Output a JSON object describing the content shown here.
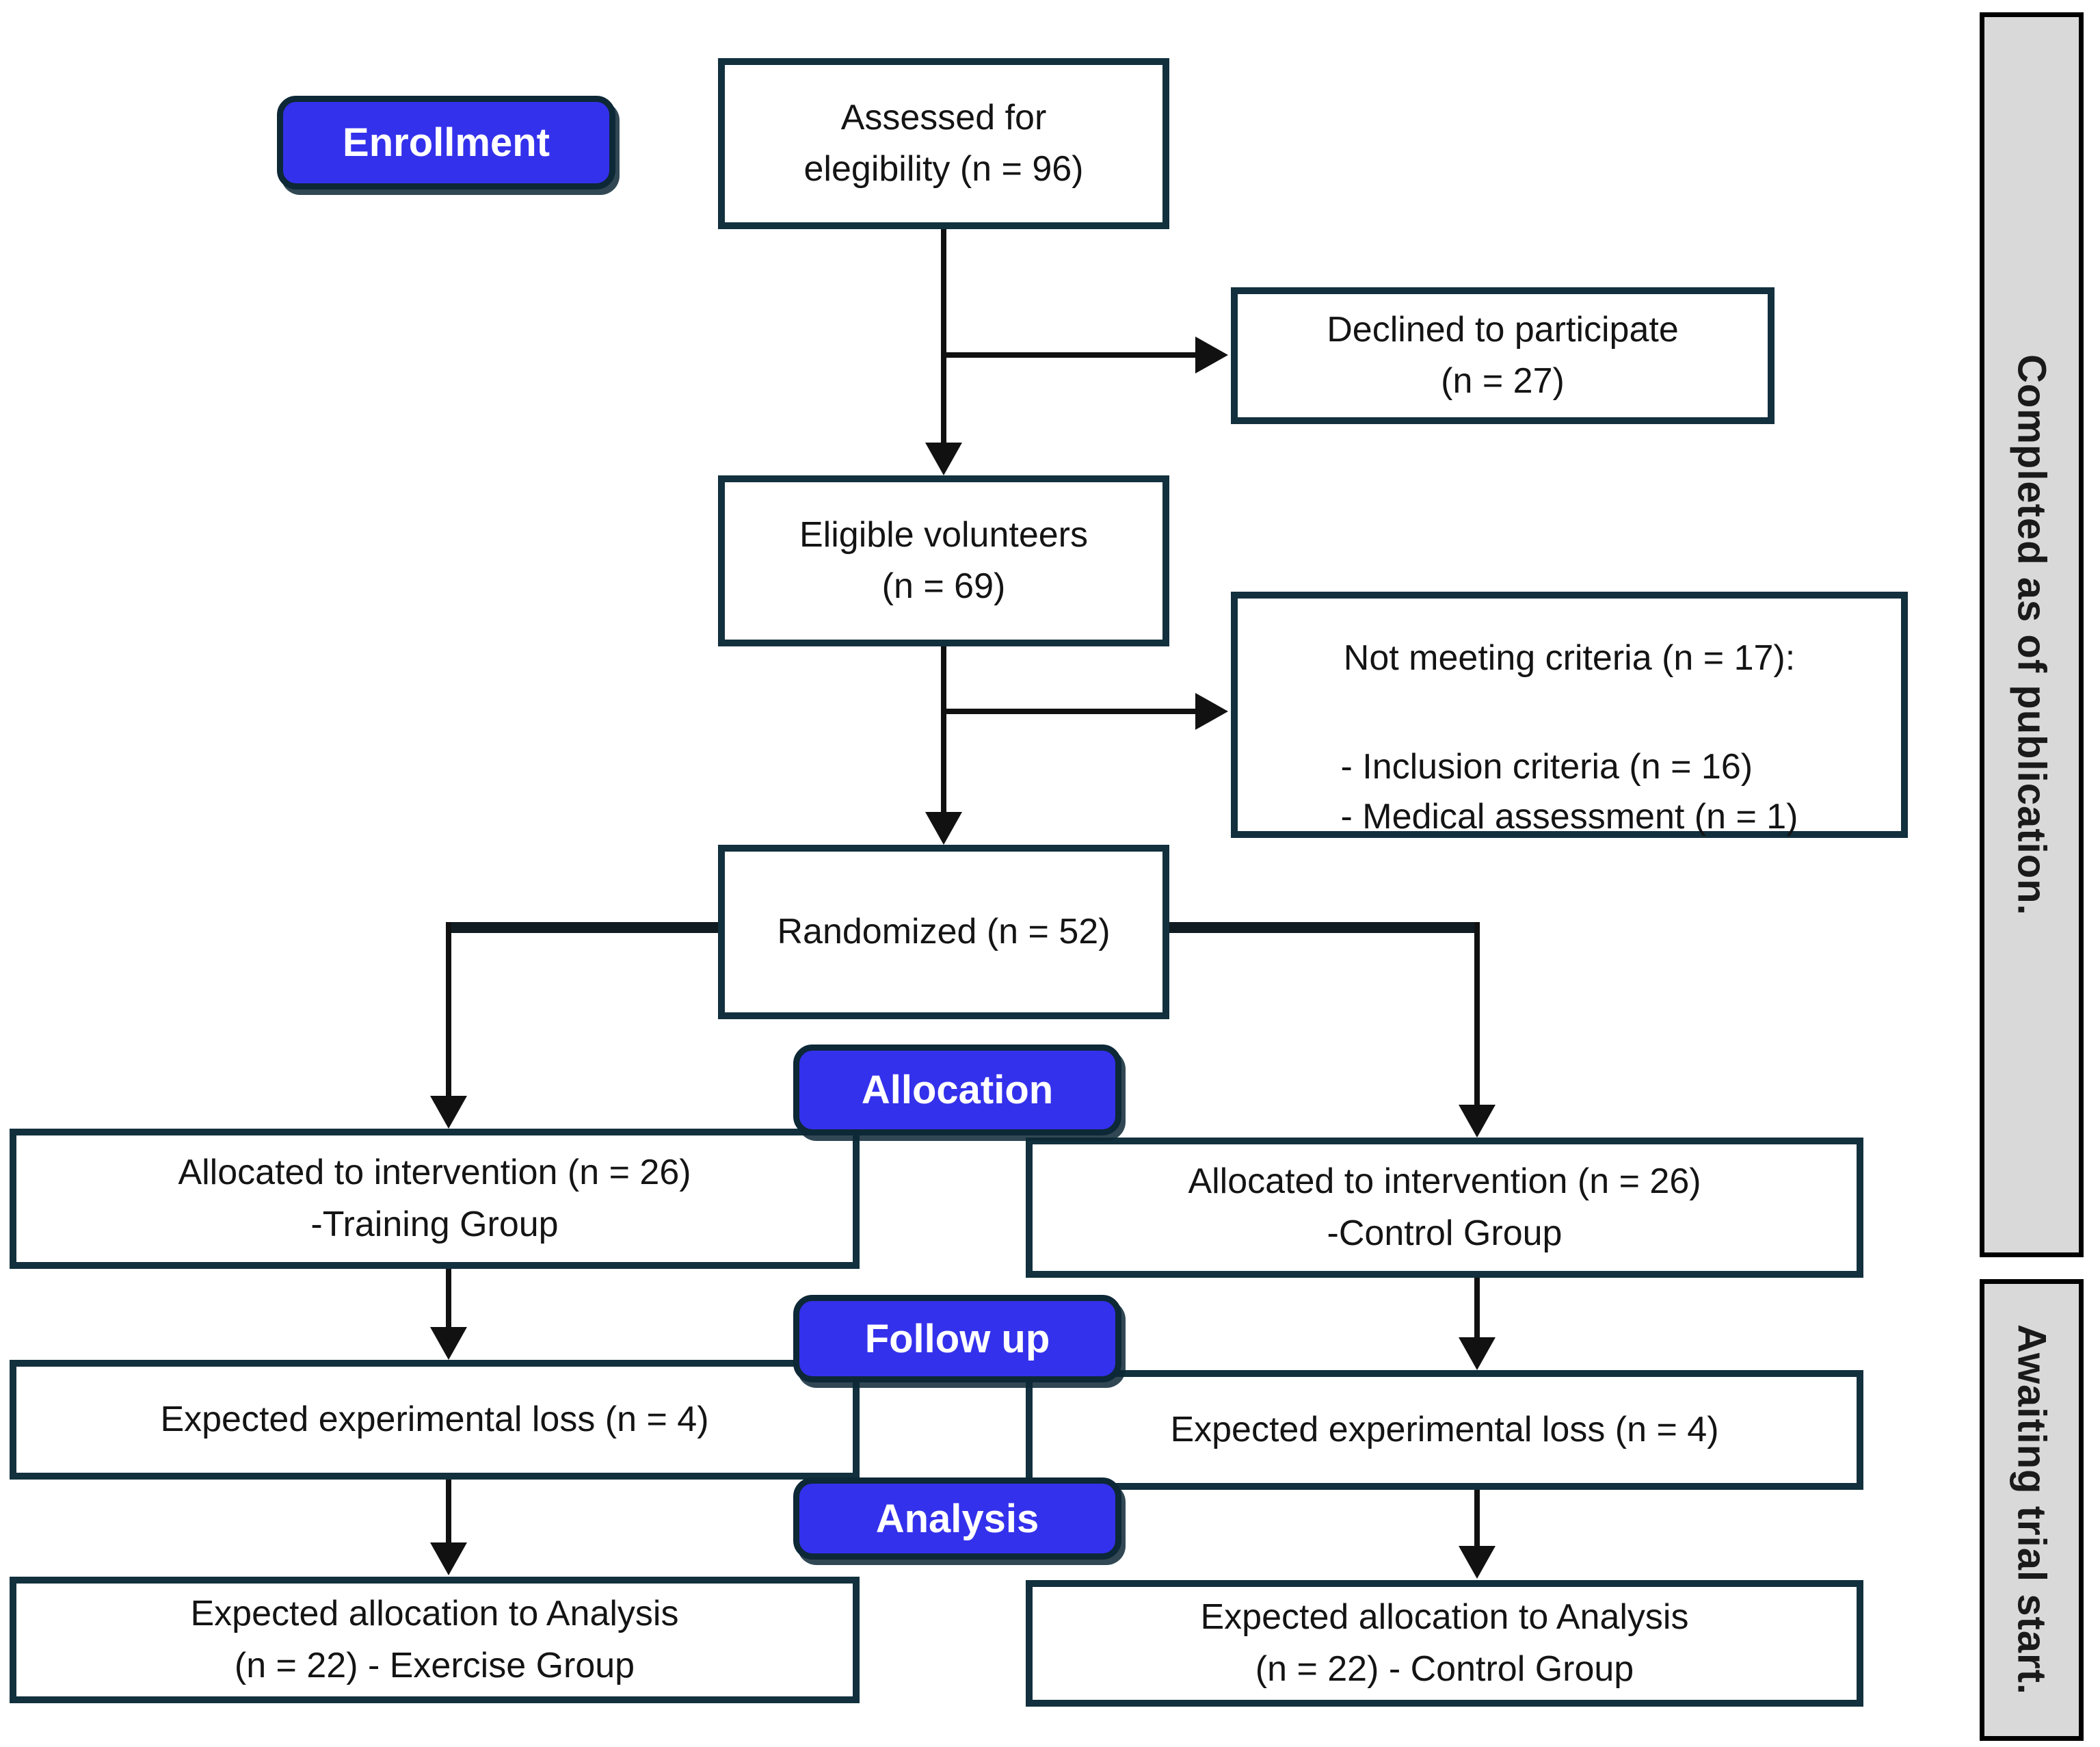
{
  "diagram": {
    "stages": {
      "enrollment": "Enrollment",
      "allocation": "Allocation",
      "follow_up": "Follow up",
      "analysis": "Analysis"
    },
    "boxes": {
      "assessed": {
        "line1": "Assessed for",
        "line2": "elegibility (n = 96)"
      },
      "declined": {
        "line1": "Declined to participate",
        "line2": "(n = 27)"
      },
      "eligible": {
        "line1": "Eligible volunteers",
        "line2": "(n = 69)"
      },
      "not_meeting": {
        "title": "Not meeting criteria (n = 17):",
        "items": [
          "- Inclusion criteria (n = 16)",
          "- Medical assessment (n = 1)"
        ]
      },
      "randomized": {
        "line1": "Randomized (n = 52)"
      },
      "alloc_left": {
        "line1": "Allocated to intervention (n = 26)",
        "line2": "-Training Group"
      },
      "alloc_right": {
        "line1": "Allocated to intervention (n = 26)",
        "line2": "-Control Group"
      },
      "followup_left": {
        "line1": "Expected experimental loss (n = 4)"
      },
      "followup_right": {
        "line1": "Expected experimental loss (n = 4)"
      },
      "analysis_left": {
        "line1": "Expected allocation to Analysis",
        "line2": "(n = 22) - Exercise Group"
      },
      "analysis_right": {
        "line1": "Expected allocation to Analysis",
        "line2": "(n = 22) - Control Group"
      }
    },
    "side_bars": {
      "top": "Completed as of publication.",
      "bottom": "Awaiting trial start."
    },
    "colors": {
      "stage_blue": "#3431EC",
      "box_border": "#12303D",
      "bar_fill": "#D9D9D9",
      "bar_border": "#000000",
      "connector": "#111111"
    }
  }
}
